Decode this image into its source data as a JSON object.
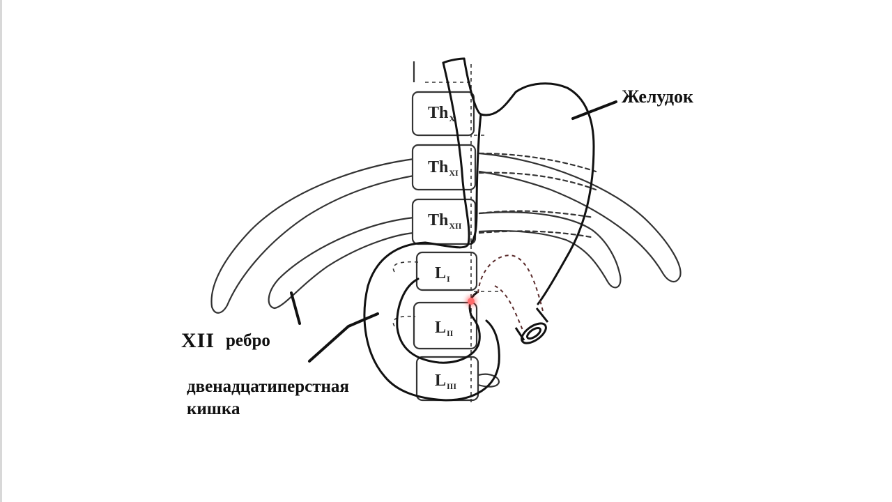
{
  "labels": {
    "stomach": "Желудок",
    "rib_number": "XII",
    "rib_word": "ребро",
    "duodenum_line1": "двенадцатиперстная",
    "duodenum_line2": "кишка"
  },
  "vertebrae": [
    {
      "base": "Th",
      "sub": "X"
    },
    {
      "base": "Th",
      "sub": "XI"
    },
    {
      "base": "Th",
      "sub": "XII"
    },
    {
      "base": "L",
      "sub": "I"
    },
    {
      "base": "L",
      "sub": "II"
    },
    {
      "base": "L",
      "sub": "III"
    }
  ],
  "colors": {
    "ink": "#111111",
    "bone": "#333333",
    "pointer": "#ff5a5a"
  }
}
